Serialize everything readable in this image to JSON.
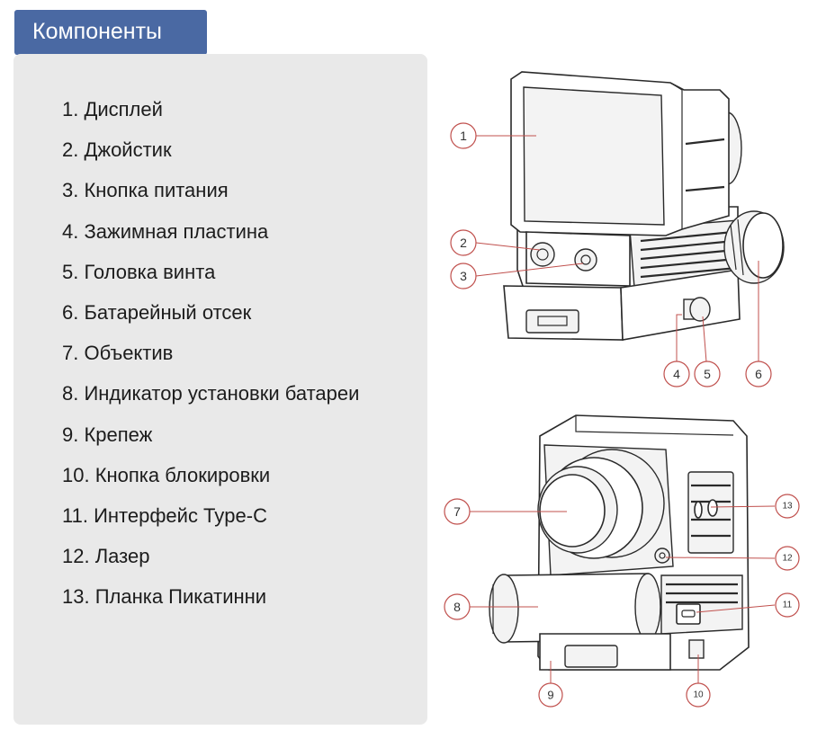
{
  "title": "Компоненты",
  "components": [
    "1. Дисплей",
    "2. Джойстик",
    "3. Кнопка питания",
    "4. Зажимная пластина",
    "5. Головка винта",
    "6. Батарейный отсек",
    "7. Объектив",
    "8. Индикатор установки батареи",
    "9. Крепеж",
    "10. Кнопка блокировки",
    "11. Интерфейс Type-C",
    "12. Лазер",
    "13. Планка Пикатинни"
  ],
  "callouts": [
    "1",
    "2",
    "3",
    "4",
    "5",
    "6",
    "7",
    "8",
    "9",
    "10",
    "11",
    "12",
    "13"
  ],
  "colors": {
    "header_bg": "#4a69a3",
    "panel_bg": "#e9e9e9",
    "callout": "#c0504d"
  }
}
